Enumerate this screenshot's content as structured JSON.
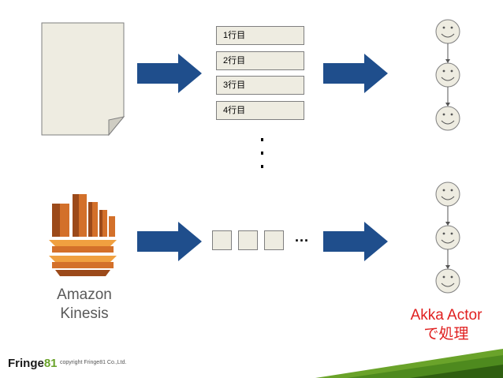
{
  "rows": [
    "1行目",
    "2行目",
    "3行目",
    "4行目"
  ],
  "ellipsis": "...",
  "kinesis_label_line1": "Amazon",
  "kinesis_label_line2": "Kinesis",
  "akka_label_line1": "Akka Actor",
  "akka_label_line2": "で処理",
  "logo_text": "Fringe",
  "logo_number": "81",
  "copyright": "copyright Fringe81 Co.,Ltd.",
  "colors": {
    "arrow": "#1f4e8c",
    "box_fill": "#eeece1",
    "akka_text": "#e02020",
    "kinesis_dark": "#9c4a1a",
    "kinesis_mid": "#d3702a",
    "kinesis_light": "#f0a040",
    "footer_green": "#4e8a1e"
  }
}
